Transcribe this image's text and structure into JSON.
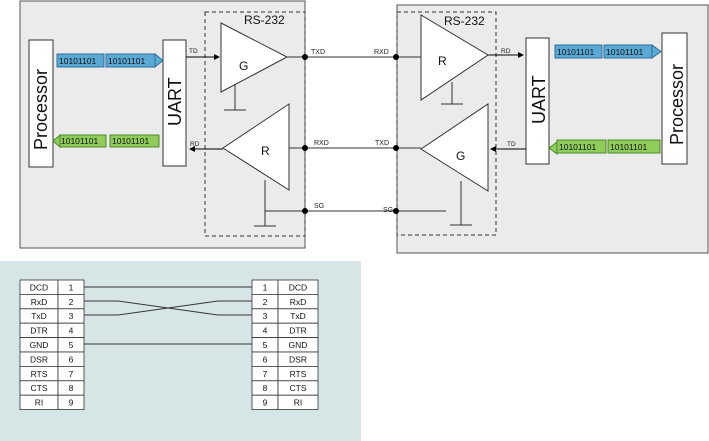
{
  "top_diagram": {
    "left_device": {
      "processor_label": "Processor",
      "uart_label": "UART",
      "tx_bits": [
        "10101101",
        "10101101"
      ],
      "rx_bits": [
        "10101101",
        "10101101"
      ],
      "td_label": "TD",
      "rd_label": "RD"
    },
    "right_device": {
      "processor_label": "Processor",
      "uart_label": "UART",
      "rx_bits": [
        "10101101",
        "10101101"
      ],
      "tx_bits": [
        "10101101",
        "10101101"
      ],
      "td_label": "TD",
      "rd_label": "RD"
    },
    "rs232_label_left": "RS-232",
    "rs232_label_right": "RS-232",
    "left_gates": {
      "driver": "G",
      "receiver": "R"
    },
    "right_gates": {
      "receiver": "R",
      "driver": "G"
    },
    "line_labels": {
      "left_txd": "TXD",
      "left_rxd": "RXD",
      "left_sg": "SG",
      "right_rxd": "RXD",
      "right_txd": "TXD",
      "right_sg": "SG"
    }
  },
  "pinout": {
    "left_rows": [
      {
        "name": "DCD",
        "pin": "1"
      },
      {
        "name": "RxD",
        "pin": "2"
      },
      {
        "name": "TxD",
        "pin": "3"
      },
      {
        "name": "DTR",
        "pin": "4"
      },
      {
        "name": "GND",
        "pin": "5"
      },
      {
        "name": "DSR",
        "pin": "6"
      },
      {
        "name": "RTS",
        "pin": "7"
      },
      {
        "name": "CTS",
        "pin": "8"
      },
      {
        "name": "RI",
        "pin": "9"
      }
    ],
    "right_rows": [
      {
        "pin": "1",
        "name": "DCD"
      },
      {
        "pin": "2",
        "name": "RxD"
      },
      {
        "pin": "3",
        "name": "TxD"
      },
      {
        "pin": "4",
        "name": "DTR"
      },
      {
        "pin": "5",
        "name": "GND"
      },
      {
        "pin": "6",
        "name": "DSR"
      },
      {
        "pin": "7",
        "name": "RTS"
      },
      {
        "pin": "8",
        "name": "CTS"
      },
      {
        "pin": "9",
        "name": "RI"
      }
    ]
  },
  "colors": {
    "panel": "#ebebeb",
    "blue_bits": "#5aa8d4",
    "green_bits": "#8fcc5a",
    "pinout_bg": "#d6e6e6"
  }
}
